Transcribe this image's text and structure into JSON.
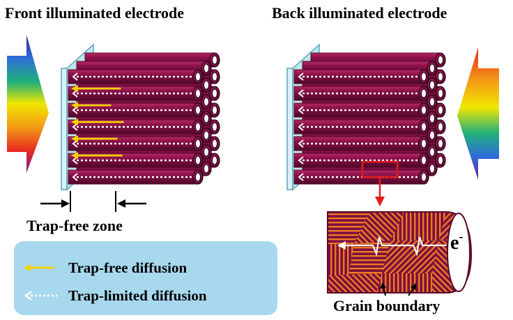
{
  "titles": {
    "front": "Front illuminated electrode",
    "back": "Back illuminated electrode"
  },
  "zone_label": "Trap-free zone",
  "legend": {
    "trap_free": "Trap-free diffusion",
    "trap_limited": "Trap-limited diffusion"
  },
  "inset": {
    "electron_label": "e",
    "electron_superscript": "-",
    "grain_label": "Grain boundary"
  },
  "colors": {
    "tube": "#8a1048",
    "tube_dark": "#5a0a2e",
    "tube_highlight": "#c0306e",
    "glass": "#bfe6ee",
    "glass_edge": "#5aa3b5",
    "trap_free_arrow": "#f2d200",
    "trap_limited_arrow": "#ffffff",
    "legend_bg": "#a8d8ee",
    "zoom_box": "#e41b1b",
    "grain_stripe": "#f07a1f"
  },
  "trap_free_lengths": [
    0.62,
    0.42,
    0.68,
    0.55,
    0.65
  ],
  "icons": [
    "front-light-arrow-icon",
    "back-light-arrow-icon"
  ]
}
